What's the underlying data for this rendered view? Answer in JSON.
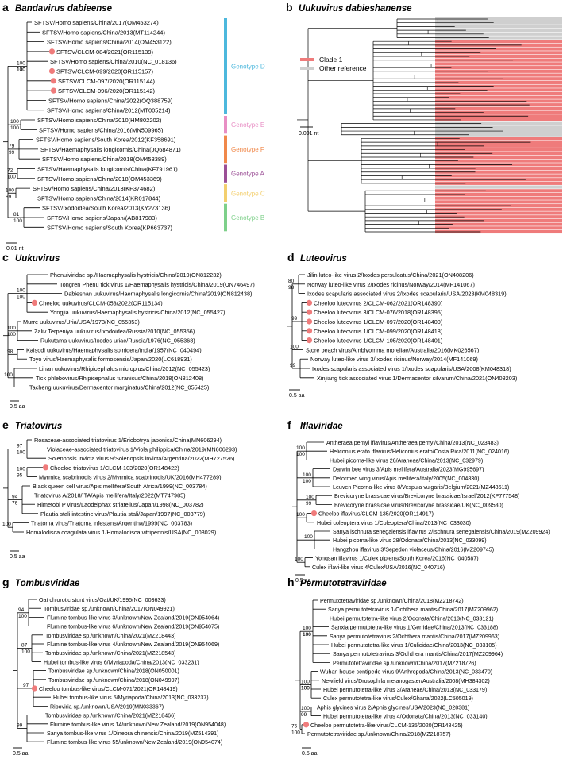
{
  "colors": {
    "highlight": "#ef7b7b",
    "genotypes": {
      "D": "#4db8dd",
      "E": "#e88ec4",
      "F": "#f0884a",
      "A": "#9b4f96",
      "C": "#f3cf6e",
      "B": "#7ed08a"
    },
    "clade1": "#ef7b7b",
    "other_reference": "#cfcfcf",
    "tree": "#000000"
  },
  "panels": [
    {
      "letter": "a",
      "title": "Bandavirus dabieense",
      "scale": "0.01 nt",
      "leaves": [
        "SFTSV/Homo sapiens/China/2017(OM453274)",
        "SFTSV/Homo sapiens/China/2013(MT114244)",
        "SFTSV/Homo sapiens/China/2014(OM453122)",
        "SFTSV/CLCM-084/2021(OR115139)",
        "SFTSV/Homo sapiens/China/2010(NC_018136)",
        "SFTSV/CLCM-099/2020(OR115157)",
        "SFTSV/CLCM-097/2020(OR115144)",
        "SFTSV/CLCM-096/2020(OR115142)",
        "SFTSV/Homo sapiens/China/2022(OQ388759)",
        "SFTSV/Homo sapiens/China/2012(MT005214)",
        "SFTSV/Homo sapiens/China/2010(HM802202)",
        "SFTSV/Homo sapiens/China/2016(MN509965)",
        "SFTSV/Homo sapiens/South Korea/2012(KF358691)",
        "SFTSV/Haemaphysalis longicornis/China(JQ684871)",
        "SFTSV/Homo sapiens/China/2018(OM453389)",
        "SFTSV/Haemaphysalis longicornis/China(KF791961)",
        "SFTSV/Homo sapiens/China/2018(OM453369)",
        "SFTSV/Homo sapiens/China/2013(KF374682)",
        "SFTSV/Homo sapiens/China/2014(KR017844)",
        "SFTSV/Ixodoidea/South Korea/2013(KY273136)",
        "SFTSV/Homo sapiens/Japan/(AB817983)",
        "SFTSV/Homo sapiens/South Korea(KP663737)"
      ],
      "highlighted": [
        3,
        5,
        6,
        7
      ],
      "bootstrap": [
        "100",
        "100",
        "79",
        "72",
        "100",
        "81",
        "100",
        "100",
        "99",
        "100",
        "89",
        "100",
        "100"
      ],
      "genotypes": [
        {
          "label": "Genotype D",
          "key": "D",
          "from": 0,
          "to": 9
        },
        {
          "label": "Genotype E",
          "key": "E",
          "from": 10,
          "to": 11
        },
        {
          "label": "Genotype F",
          "key": "F",
          "from": 12,
          "to": 14
        },
        {
          "label": "Genotype A",
          "key": "A",
          "from": 15,
          "to": 16
        },
        {
          "label": "Genotype C",
          "key": "C",
          "from": 17,
          "to": 18
        },
        {
          "label": "Genotype B",
          "key": "B",
          "from": 19,
          "to": 21
        }
      ]
    },
    {
      "letter": "b",
      "title": "Uukuvirus dabieshanense",
      "scale": "0.001 nt",
      "legend": [
        "Clade 1",
        "Other reference"
      ]
    },
    {
      "letter": "c",
      "title": "Uukuvirus",
      "scale": "0.5 aa",
      "leaves": [
        "Phenuiviridae sp./Haemaphysalis hystricis/China/2019(ON812232)",
        "Tongren Phenu tick virus 1/Haemaphysalis hystricis/China/2019(ON746497)",
        "Dabieshan uukuvirus/Haemaphysalis longicornis/China/2019(ON812438)",
        "Cheeloo uukuvirus/CLCM-053/2022(OR115134)",
        "Yongjia uukuvirus/Haemaphysalis hystricis/China/2012(NC_055427)",
        "Murre uukuvirus/Uria/USA/1973(NC_055353)",
        "Zaliv Terpeniya uukuvirus/Ixodoidea/Russia/2010(NC_055356)",
        "Rukutama uukuvirus/Ixodes uriae/Russia/1976(NC_055368)",
        "Kaisodi uukuvirus/Haemaphysalis spinigera/India/1957(NC_040494)",
        "Toyo virus/Haemaphysalis formosensis/Japan/2020(LC618931)",
        "Lihan uukuvirus/Rhipicephalus microplus/China/2012(NC_055423)",
        "Tick phlebovirus/Rhipicephalus turanicus/China/2018(ON812408)",
        "Tacheng uukuvirus/Dermacentor marginatus/China/2012(NC_055425)"
      ],
      "highlighted": [
        3
      ],
      "bootstrap": [
        "100",
        "100",
        "98",
        "100",
        "100",
        "100"
      ]
    },
    {
      "letter": "d",
      "title": "Luteovirus",
      "scale": "0.5 aa",
      "leaves": [
        "Jilin luteo-like virus 2/Ixodes persulcatus/China/2021(ON408206)",
        "Norway luteo-like virus 2/Ixodes ricinus/Norway/2014(MF141067)",
        "Ixodes scapularis associated virus 2/Ixodes scapularis/USA/2023(KM048319)",
        "Cheeloo luteovirus 2/CLCM-062/2021(OR148390)",
        "Cheeloo luteovirus 3/CLCM-076/2018(OR148395)",
        "Cheeloo luteovirus 1/CLCM-097/2020(OR148400)",
        "Cheeloo luteovirus 1/CLCM-099/2020(OR148418)",
        "Cheeloo luteovirus 1/CLCM-105/2020(OR148401)",
        "Store beach virus/Amblyomma moreliae/Australia/2016(MK026567)",
        "Norway luteo-like virus 3/Ixodes ricinus/Norway/2014(MF141069)",
        "Ixodes scapularis associated virus 1/Ixodes scapularis/USA/2008(KM048318)",
        "Xinjiang tick associated virus 1/Dermacentor silvarum/China/2021(ON408203)"
      ],
      "highlighted": [
        3,
        4,
        5,
        6,
        7
      ],
      "bootstrap": [
        "80",
        "99",
        "100",
        "99",
        "98"
      ]
    },
    {
      "letter": "e",
      "title": "Triatovirus",
      "scale": "0.5 aa",
      "leaves": [
        "Rosaceae-associated triatovirus 1/Eriobotrya japonica/China(MN606294)",
        "Violaceae-associated triatovirus 1/Viola philippica/China/2019(MN606293)",
        "Solenopsis invicta virus 9/Solenopsis invicta/Argentina/2022(MH727526)",
        "Cheeloo triatovirus 1/CLCM-103/2020(OR148422)",
        "Myrmica scabrinodis virus 2/Myrmica scabrinodis/UK/2016(MH477289)",
        "Black queen cell virus/Apis mellifera/South Africa/1999(NC_003784)",
        "Triatovirus A/2018/ITA/Apis mellifera/Italy/2022(MT747985)",
        "Himetobi P virus/Laodelphax striatellus/Japan/1998(NC_003782)",
        "Plautia stali intestine virus/Plautia stali/Japan/1997(NC_003779)",
        "Triatoma virus/Triatoma infestans/Argentina/1999(NC_003783)",
        "Homalodisca coagulata virus 1/Homalodisca vitripennis/USA(NC_008029)"
      ],
      "highlighted": [
        3
      ],
      "bootstrap": [
        "97",
        "100",
        "94",
        "100",
        "100",
        "95",
        "76"
      ]
    },
    {
      "letter": "f",
      "title": "Iflaviridae",
      "scale": "0.5 aa",
      "leaves": [
        "Antheraea pernyi iflavirus/Antheraea pernyi/China/2013(NC_023483)",
        "Heliconius erato iflavirus/Heliconius erato/Costa Rica/2011(NC_024016)",
        "Hubei picorna-like virus 26/Araneae/China/2013(NC_032979)",
        "Darwin bee virus 3/Apis mellifera/Australia/2023(MG995697)",
        "Deformed wing virus/Apis mellifera/Italy/2005(NC_004830)",
        "Leuven Picorna-like virus 8/Vespula vulgaris/Belgium/2021(MZ443611)",
        "Brevicoryne brassicae virus/Brevicoryne brassicae/Israel/2012(KP777548)",
        "Brevicoryne brassicae virus/Brevicoryne brassicae/UK(NC_009530)",
        "Cheeloo iflavirus/CLCM-135/2020(OR114917)",
        "Hubei coleoptera virus 1/Coleoptera/China/2013(NC_033030)",
        "Sanya ischnura senegalensis iflavirus 2/Ischnura senegalensis/China/2019(MZ209924)",
        "Hubei picorna-like virus 28/Odonata/China/2013(NC_033099)",
        "Hangzhou iflavirus 3/Sepedon violaceus/China/2016(MZ209745)",
        "Yongsan iflavirus 1/Culex pipiens/South Korea/2016(NC_040587)",
        "Culex iflavi-like virus 4/Culex/USA/2016(NC_040716)"
      ],
      "highlighted": [
        8
      ],
      "bootstrap": [
        "100",
        "100",
        "100",
        "100",
        "100",
        "100",
        "100",
        "100",
        "99"
      ]
    },
    {
      "letter": "g",
      "title": "Tombusviridae",
      "scale": "0.5 aa",
      "leaves": [
        "Oat chlorotic stunt virus/Oat/UK/1995(NC_003633)",
        "Tombusviridae sp./unknown/China/2017(ON049921)",
        "Flumine tombus-like virus 3/unknown/New Zealand/2019(ON954064)",
        "Flumine tombus-like virus 6/unknown/New Zealand/2019(ON954075)",
        "Tombusviridae sp./unknown/China/2021(MZ218443)",
        "Flumine tombus-like virus 4/unknown/New Zealand/2019(ON954069)",
        "Tombusviridae sp./unknown/China/2021(MZ218543)",
        "Hubei tombus-like virus 6/Myriapoda/China/2013(NC_033231)",
        "Tombusviridae sp./unknown/China/2018(ON050001)",
        "Tombusviridae sp./unknown/China/2018(ON049997)",
        "Cheeloo tombus-like virus/CLCM-071/2021(OR148419)",
        "Hubei tombus-like virus 5/Myriapoda/China/2013(NC_033237)",
        "Riboviria sp./unknown/USA/2019(MN033367)",
        "Tombusviridae sp./unknown/China/2021(MZ218466)",
        "Flumine tombus-like virus 14/unknown/New Zealand/2019(ON954048)",
        "Sanya tombus-like virus 1/Dinebra chinensis/China/2019(MZ514391)",
        "Flumine tombus-like virus 55/unknown/New Zealand/2019(ON954074)"
      ],
      "highlighted": [
        10
      ],
      "bootstrap": [
        "94",
        "87",
        "97",
        "99",
        "100",
        "100"
      ]
    },
    {
      "letter": "h",
      "title": "Permutotetraviridae",
      "scale": "0.5 aa",
      "leaves": [
        "Permutotetraviridae sp./unknown/China/2018(MZ218742)",
        "Sanya permutotetravirus 1/Ochthera mantis/China/2017(MZ209962)",
        "Hubei permutotetra-like virus 2/Odonata/China/2013(NC_033121)",
        "Sanxia permutotetra-like virus 1/Gerridae/China/2013(NC_033188)",
        "Sanya permutotetravirus 2/Ochthera mantis/China/2017(MZ209963)",
        "Hubei permutotetra-like virus 1/Culicidae/China/2013(NC_033105)",
        "Sanya permutotetravirus 3/Ochthera mantis/China/2017(MZ209964)",
        "Permutotetraviridae sp./unknown/China/2017(MZ218726)",
        "Wuhan house centipede virus 9/Arthropoda/China/2013(NC_033470)",
        "Newfield virus/Drosophila melanogaster/Australia/2008(MH384302)",
        "Hubei permutotetra-like virus 3/Araneae/China/2013(NC_033179)",
        "Culex permutotetra-like virus/Culex/Ghana/2022(LC505019)",
        "Aphis glycines virus 2/Aphis glycines/USA/2023(NC_028381)",
        "Hubei permutotetra-like virus 4/Odonata/China/2013(NC_033140)",
        "Cheeloo permutotetra-like virus/CLCM-135/2020(OR148425)",
        "Permutotetraviridae sp./unknown/China/2018(MZ218757)"
      ],
      "highlighted": [
        14
      ],
      "bootstrap": [
        "100",
        "100",
        "100",
        "75",
        "100",
        "100",
        "99",
        "100",
        "100",
        "100"
      ]
    }
  ]
}
